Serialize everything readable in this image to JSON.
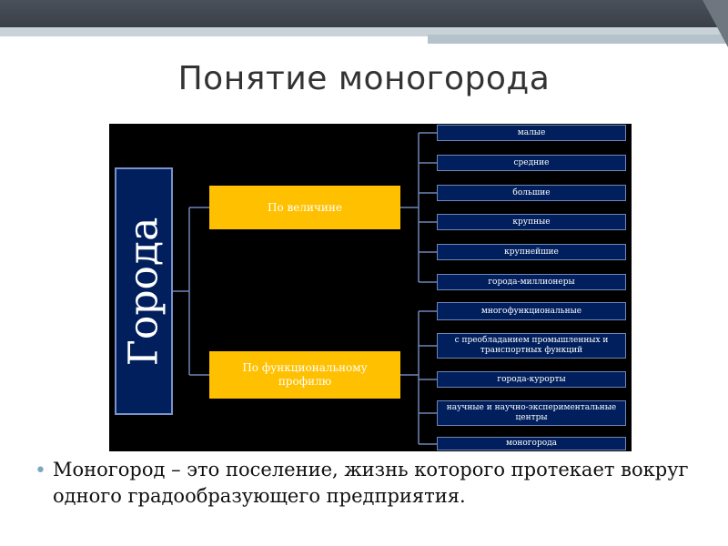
{
  "slide": {
    "title": "Понятие моногорода"
  },
  "diagram": {
    "root": "Города",
    "categories": [
      {
        "label": "По величине",
        "items": [
          "малые",
          "средние",
          "большие",
          "крупные",
          "крупнейшие",
          "города-миллионеры"
        ]
      },
      {
        "label": "По функциональному профилю",
        "items": [
          "многофункциональные",
          "с преобладанием промышленных и транспортных функций",
          "города-курорты",
          "научные и научно-экспериментальные центры",
          "моногорода"
        ]
      }
    ],
    "colors": {
      "background": "#000000",
      "root_fill": "#001f5c",
      "category_fill": "#ffc000",
      "leaf_fill": "#001f5c",
      "connector": "#6f86b8"
    }
  },
  "bullets": [
    {
      "text": "Моногород – это поселение, жизнь которого протекает вокруг одного градообразующего предприятия."
    }
  ],
  "colors": {
    "title": "#333333",
    "bullet_marker": "#7fa6c0"
  }
}
